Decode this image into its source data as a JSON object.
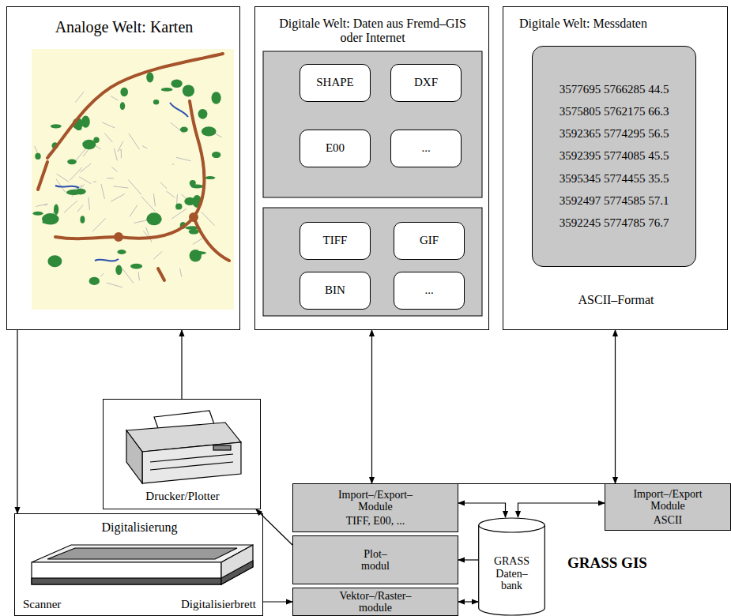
{
  "diagram": {
    "nodes": [
      {
        "text": [
          "Analoge Welt: Karten"
        ]
      },
      {
        "text": [
          "Digitale Welt: Daten aus Fremd–GIS oder Internet"
        ]
      },
      {
        "text": [
          "SHAPE"
        ],
        "in": 1
      },
      {
        "text": [
          "DXF"
        ],
        "in": 1
      },
      {
        "text": [
          "E00"
        ],
        "in": 1
      },
      {
        "text": [
          "..."
        ],
        "in": 1
      },
      {
        "text": [
          "TIFF"
        ],
        "in": 1
      },
      {
        "text": [
          "GIF"
        ],
        "in": 1
      },
      {
        "text": [
          "BIN"
        ],
        "in": 1
      },
      {
        "text": [
          "..."
        ],
        "in": 1
      },
      {
        "text": [
          "Digitale Welt: Messdaten",
          "ASCII–Format"
        ]
      },
      {
        "text": [
          "3577695 5766285 44.5",
          "3575805 5762175 66.3",
          "3592365 5774295 56.5",
          "3592395 5774085 45.5",
          "3595345 5774455 35.5",
          "3592497 5774585 57.1",
          "3592245 5774785 76.7"
        ],
        "in": 10
      },
      {
        "text": [
          "Drucker/Plotter"
        ]
      },
      {
        "text": [
          "Digitalisierung",
          "Scanner",
          "Digitalisierbrett"
        ]
      },
      {
        "text": [
          "Import–/Export– Module",
          "TIFF, E00, ..."
        ]
      },
      {
        "text": [
          "Import–/Export Module",
          "ASCII"
        ]
      },
      {
        "text": [
          "Plot– modul"
        ]
      },
      {
        "text": [
          "Vektor–/Raster– module"
        ]
      },
      {
        "text": [
          "GRASS Daten– bank"
        ]
      }
    ],
    "edges": [
      {
        "from": 0,
        "to": 13,
        "arrow": "to"
      },
      {
        "from": 12,
        "to": 0,
        "arrow": "to"
      },
      {
        "from": 13,
        "to": 17,
        "arrow": "to"
      },
      {
        "from": 16,
        "to": 12,
        "arrow": "to"
      },
      {
        "from": 1,
        "to": 14,
        "arrow": "both"
      },
      {
        "from": 10,
        "to": 15,
        "arrow": "both"
      },
      {
        "from": 14,
        "to": 18,
        "arrow": "both"
      },
      {
        "from": 15,
        "to": 18,
        "arrow": "both"
      },
      {
        "from": 18,
        "to": 16,
        "arrow": "to"
      },
      {
        "from": 18,
        "to": 17,
        "arrow": "both"
      }
    ],
    "labels": [
      "GRASS GIS"
    ]
  }
}
